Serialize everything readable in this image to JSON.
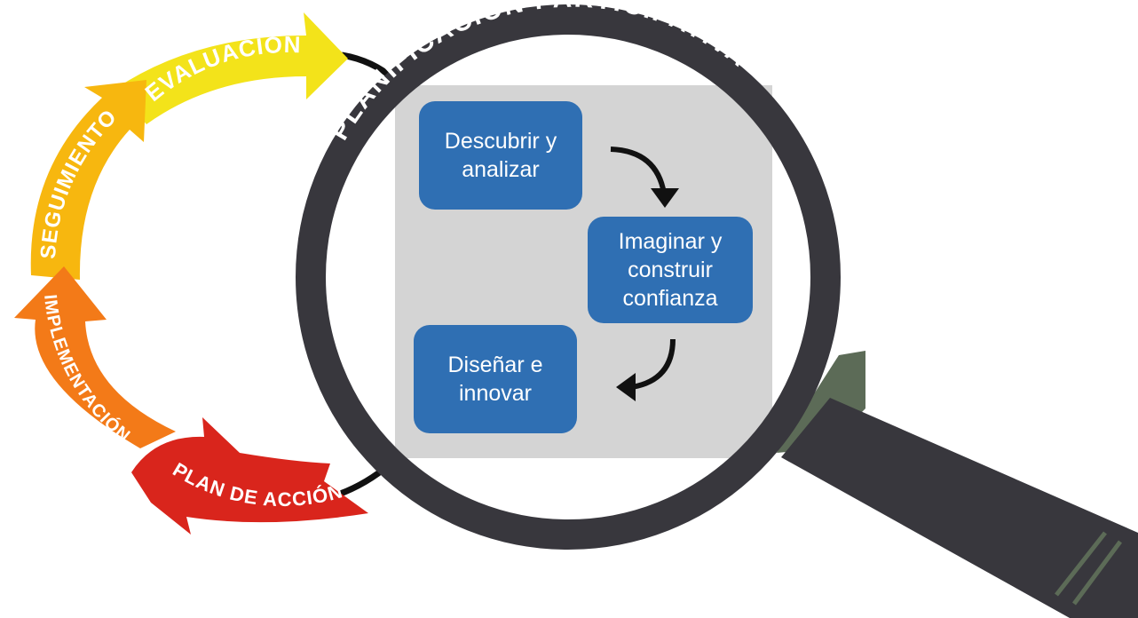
{
  "cycle": {
    "stages": [
      {
        "label": "EVALUACIÓN",
        "color": "#f3e31a"
      },
      {
        "label": "SEGUIMIENTO",
        "color": "#f7b70f"
      },
      {
        "label": "IMPLEMENTACIÓN",
        "color": "#f37a18"
      },
      {
        "label": "PLAN DE ACCIÓN",
        "color": "#d9251c"
      }
    ]
  },
  "magnifier": {
    "title": "PLANIFICACIÓN PARTICIPATIVA",
    "rim_color": "#38373d",
    "handle_color": "#38373d",
    "collar_color": "#5c6b57",
    "panel_color": "#d4d4d4"
  },
  "process": {
    "box_color": "#2f6fb3",
    "steps": [
      {
        "line1": "Descubrir y",
        "line2": "analizar"
      },
      {
        "line1": "Imaginar y",
        "line2": "construir",
        "line3": "confianza"
      },
      {
        "line1": "Diseñar e",
        "line2": "innovar"
      }
    ]
  }
}
